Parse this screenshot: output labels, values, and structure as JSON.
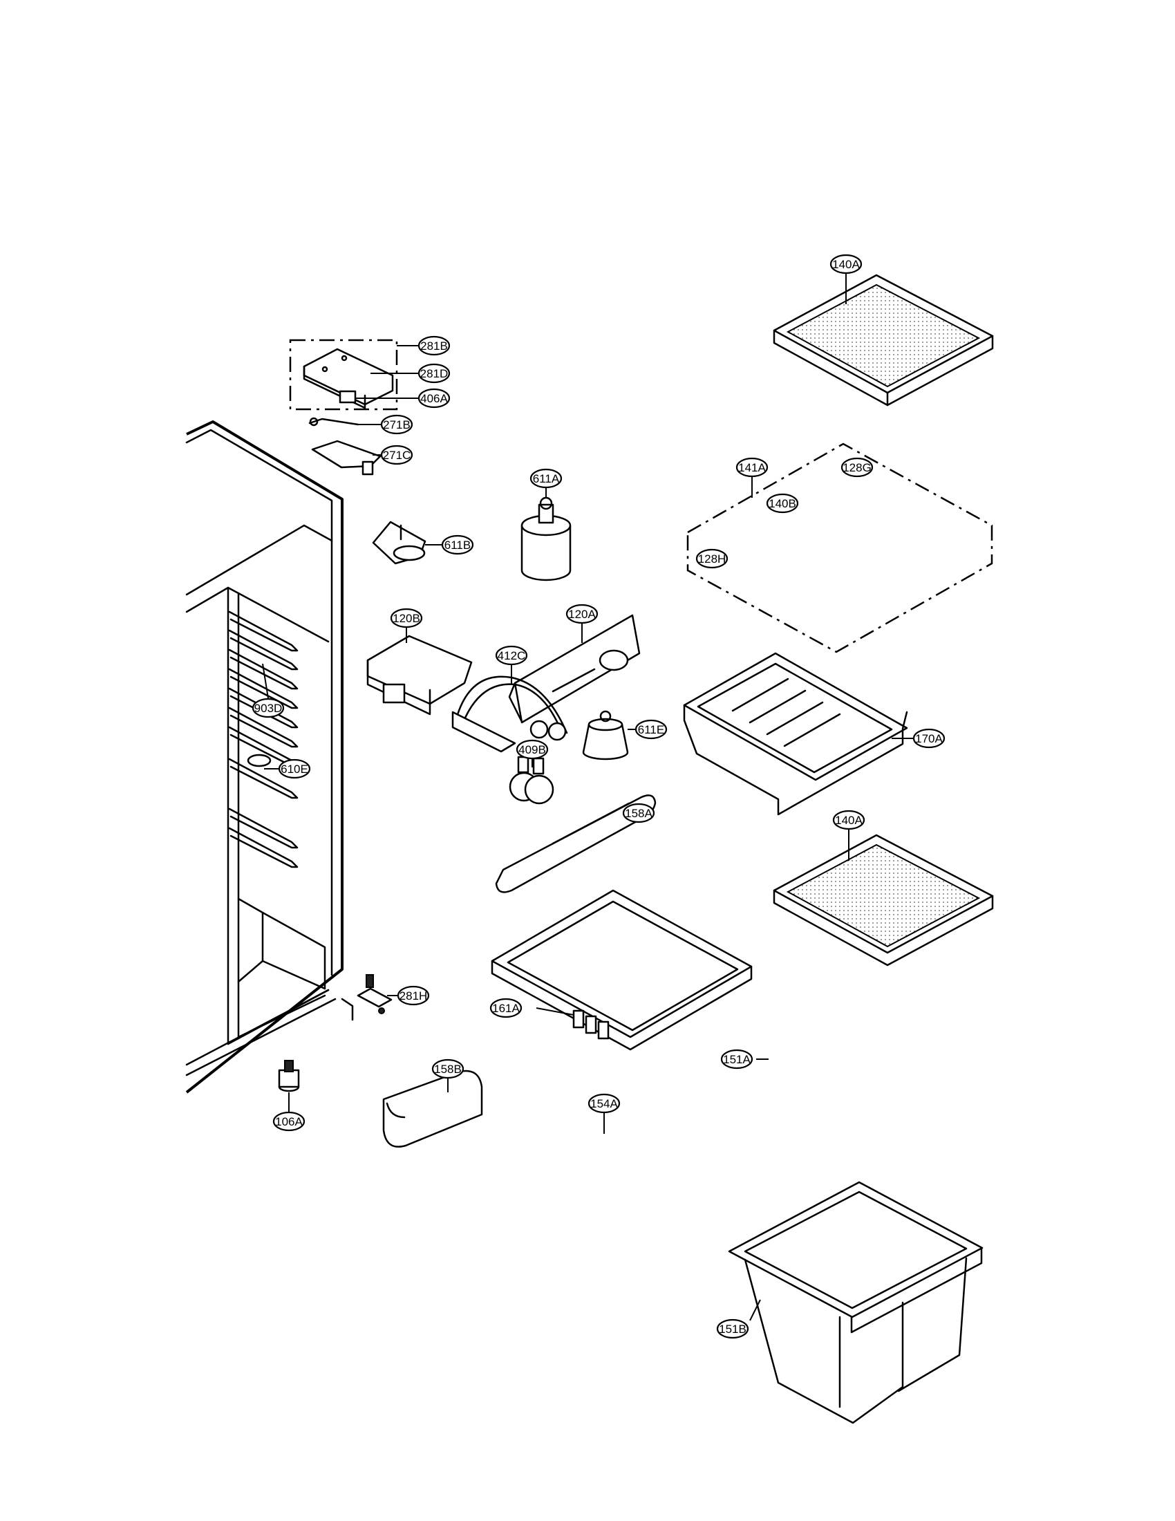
{
  "diagram": {
    "callouts": [
      {
        "id": "140A"
      },
      {
        "id": "281B"
      },
      {
        "id": "281D"
      },
      {
        "id": "406A"
      },
      {
        "id": "271B"
      },
      {
        "id": "271C"
      },
      {
        "id": "611A"
      },
      {
        "id": "141A"
      },
      {
        "id": "128G"
      },
      {
        "id": "140B"
      },
      {
        "id": "128H"
      },
      {
        "id": "611B"
      },
      {
        "id": "120B"
      },
      {
        "id": "120A"
      },
      {
        "id": "412C"
      },
      {
        "id": "903D"
      },
      {
        "id": "611E"
      },
      {
        "id": "170A"
      },
      {
        "id": "409B"
      },
      {
        "id": "610E"
      },
      {
        "id": "158A"
      },
      {
        "id": "140A"
      },
      {
        "id": "281H"
      },
      {
        "id": "161A"
      },
      {
        "id": "151A"
      },
      {
        "id": "158B"
      },
      {
        "id": "154A"
      },
      {
        "id": "106A"
      },
      {
        "id": "151B"
      }
    ]
  }
}
